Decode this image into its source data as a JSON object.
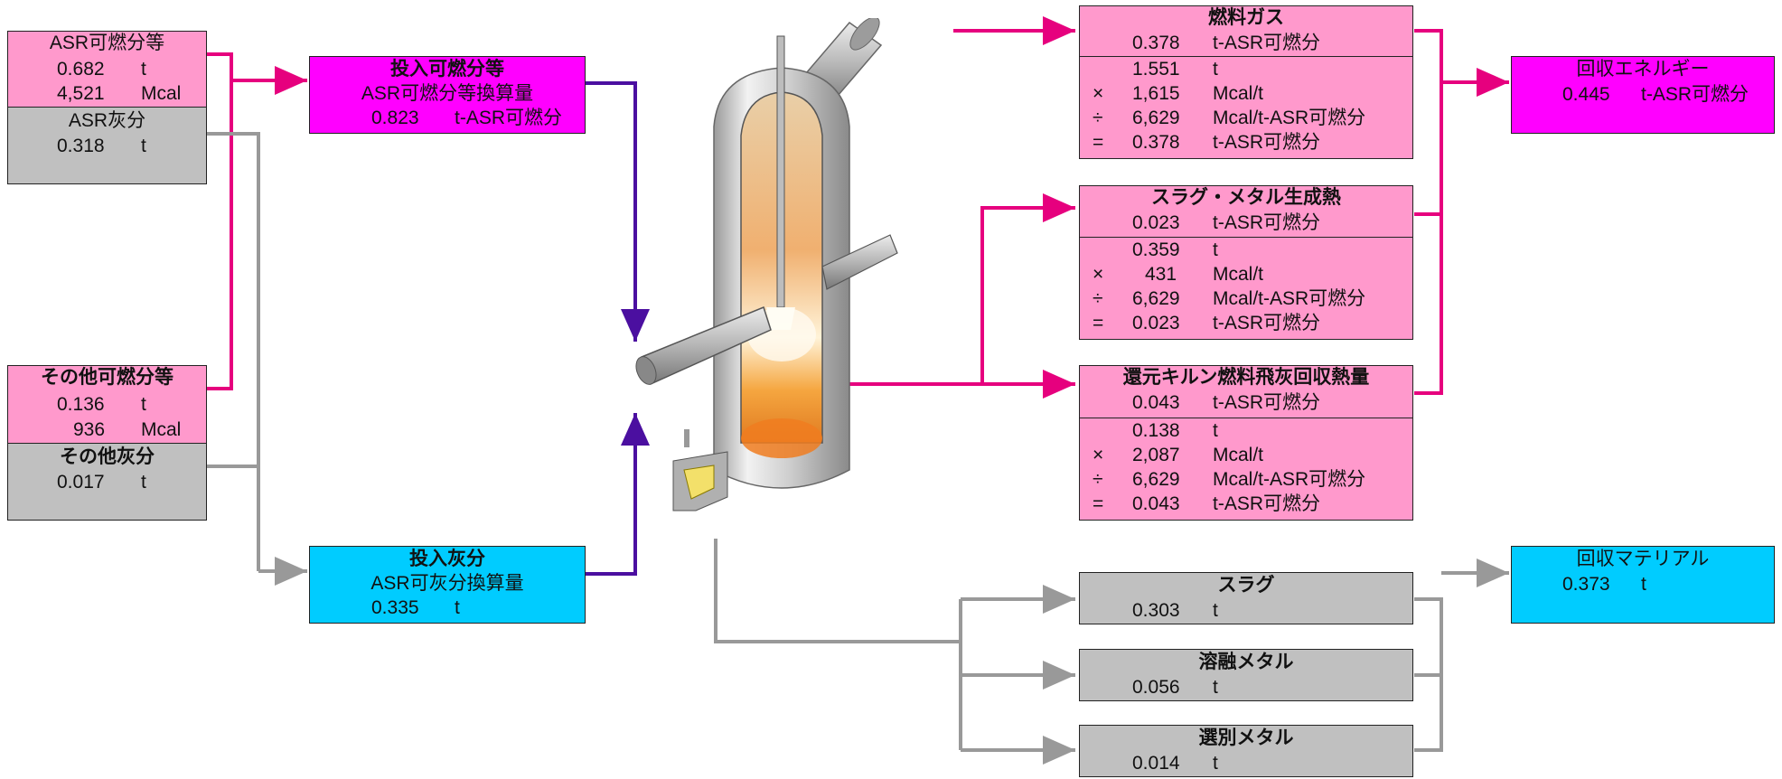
{
  "colors": {
    "pink": "#ff99cc",
    "magenta": "#ff00ff",
    "gray": "#c0c0c0",
    "cyan": "#00ccff",
    "flow_pink": "#e6007e",
    "flow_gray": "#999999",
    "flow_purple": "#4b0fa0"
  },
  "inputs": {
    "asr_combustible": {
      "title": "ASR可燃分等",
      "r1_val": "0.682",
      "r1_unit": "t",
      "r2_val": "4,521",
      "r2_unit": "Mcal"
    },
    "asr_ash": {
      "title": "ASR灰分",
      "r1_val": "0.318",
      "r1_unit": "t"
    },
    "other_combustible": {
      "title": "その他可燃分等",
      "r1_val": "0.136",
      "r1_unit": "t",
      "r2_val": "936",
      "r2_unit": "Mcal"
    },
    "other_ash": {
      "title": "その他灰分",
      "r1_val": "0.017",
      "r1_unit": "t"
    }
  },
  "feed": {
    "combustible": {
      "title": "投入可燃分等",
      "subtitle": "ASR可燃分等換算量",
      "value": "0.823",
      "unit": "t-ASR可燃分"
    },
    "ash": {
      "title": "投入灰分",
      "subtitle": "ASR可灰分換算量",
      "value": "0.335",
      "unit": "t"
    }
  },
  "outputs": {
    "fuel_gas": {
      "title": "燃料ガス",
      "value": "0.378",
      "unit": "t-ASR可燃分",
      "calc": [
        {
          "op": "",
          "val": "1.551",
          "unit": "t"
        },
        {
          "op": "×",
          "val": "1,615",
          "unit": "Mcal/t"
        },
        {
          "op": "÷",
          "val": "6,629",
          "unit": "Mcal/t-ASR可燃分"
        },
        {
          "op": "=",
          "val": "0.378",
          "unit": "t-ASR可燃分"
        }
      ]
    },
    "slag_heat": {
      "title": "スラグ・メタル生成熱",
      "value": "0.023",
      "unit": "t-ASR可燃分",
      "calc": [
        {
          "op": "",
          "val": "0.359",
          "unit": "t"
        },
        {
          "op": "×",
          "val": "431",
          "unit": "Mcal/t"
        },
        {
          "op": "÷",
          "val": "6,629",
          "unit": "Mcal/t-ASR可燃分"
        },
        {
          "op": "=",
          "val": "0.023",
          "unit": "t-ASR可燃分"
        }
      ]
    },
    "kiln_heat": {
      "title": "還元キルン燃料飛灰回収熱量",
      "value": "0.043",
      "unit": "t-ASR可燃分",
      "calc": [
        {
          "op": "",
          "val": "0.138",
          "unit": "t"
        },
        {
          "op": "×",
          "val": "2,087",
          "unit": "Mcal/t"
        },
        {
          "op": "÷",
          "val": "6,629",
          "unit": "Mcal/t-ASR可燃分"
        },
        {
          "op": "=",
          "val": "0.043",
          "unit": "t-ASR可燃分"
        }
      ]
    },
    "slag": {
      "title": "スラグ",
      "value": "0.303",
      "unit": "t"
    },
    "molten_metal": {
      "title": "溶融メタル",
      "value": "0.056",
      "unit": "t"
    },
    "sorted_metal": {
      "title": "選別メタル",
      "value": "0.014",
      "unit": "t"
    }
  },
  "recovered": {
    "energy": {
      "title": "回収エネルギー",
      "value": "0.445",
      "unit": "t-ASR可燃分"
    },
    "material": {
      "title": "回収マテリアル",
      "value": "0.373",
      "unit": "t"
    }
  },
  "furnace": {
    "icon": "melting-furnace-illustration"
  }
}
